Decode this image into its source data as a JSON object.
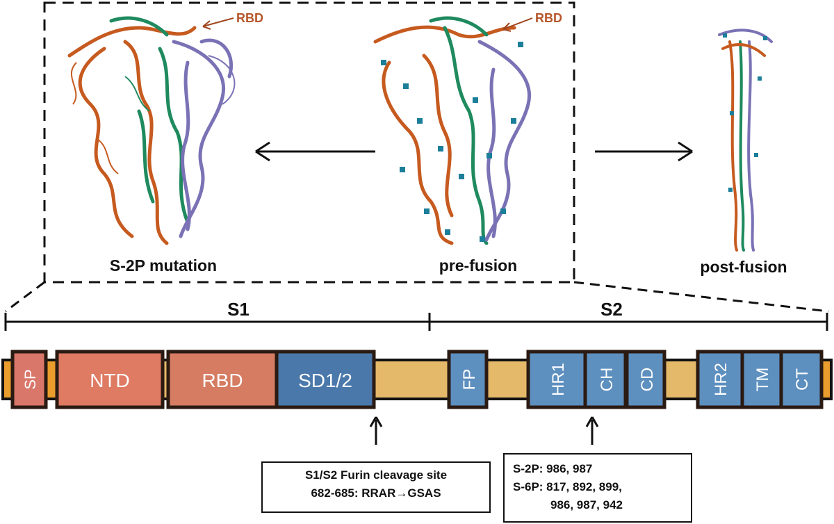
{
  "structures": {
    "mutation_label": "S-2P mutation",
    "prefusion_label": "pre-fusion",
    "postfusion_label": "post-fusion",
    "rbd_callout_left": "RBD",
    "rbd_callout_right": "RBD"
  },
  "segments": {
    "s1": "S1",
    "s2": "S2"
  },
  "domains": [
    {
      "id": "sp",
      "label": "SP",
      "color": "#d9776a",
      "vertical": true
    },
    {
      "id": "ntd",
      "label": "NTD",
      "color": "#df7a63",
      "vertical": false
    },
    {
      "id": "rbd",
      "label": "RBD",
      "color": "#d57c62",
      "vertical": false
    },
    {
      "id": "sd12",
      "label": "SD1/2",
      "color": "#4a78aa",
      "vertical": false
    },
    {
      "id": "fp",
      "label": "FP",
      "color": "#5d8fbf",
      "vertical": true
    },
    {
      "id": "hr1",
      "label": "HR1",
      "color": "#5d8fbf",
      "vertical": true
    },
    {
      "id": "ch",
      "label": "CH",
      "color": "#5d8fbf",
      "vertical": true
    },
    {
      "id": "cd",
      "label": "CD",
      "color": "#5d8fbf",
      "vertical": true
    },
    {
      "id": "hr2",
      "label": "HR2",
      "color": "#5d8fbf",
      "vertical": true
    },
    {
      "id": "tm",
      "label": "TM",
      "color": "#5d8fbf",
      "vertical": true
    },
    {
      "id": "ct",
      "label": "CT",
      "color": "#5d8fbf",
      "vertical": true
    }
  ],
  "colors": {
    "bar_ends": "#e99d2c",
    "bar_mid": "#e5b96a",
    "chain_orange": "#c65a1f",
    "chain_green": "#1f8a5e",
    "chain_purple": "#7a72b5",
    "glycan": "#1c7f9a"
  },
  "notes": {
    "furin": {
      "line1": "S1/S2 Furin cleavage site",
      "line2": "682-685: RRAR→GSAS"
    },
    "mutations": {
      "line1": "S-2P: 986, 987",
      "line2": "S-6P: 817, 892, 899,",
      "line3": "986, 987, 942"
    }
  }
}
